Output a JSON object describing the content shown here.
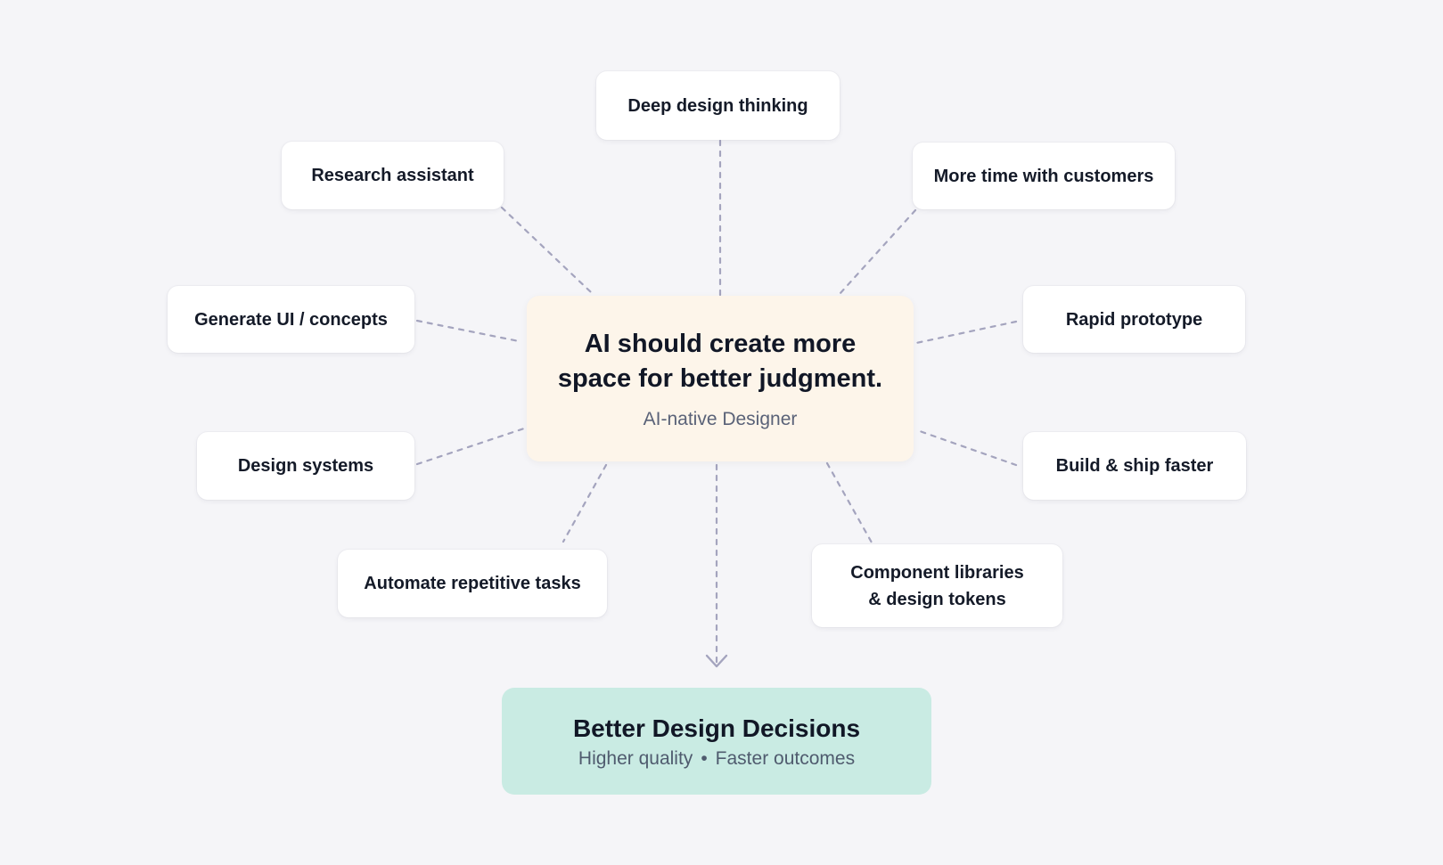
{
  "diagram": {
    "center": {
      "title_line1": "AI should create more",
      "title_line2": "space for better judgment.",
      "subtitle": "AI-native Designer"
    },
    "nodes": {
      "deep_design_thinking": "Deep design thinking",
      "research_assistant": "Research assistant",
      "more_time_with_customers": "More time with customers",
      "generate_ui_concepts": "Generate UI / concepts",
      "rapid_prototype": "Rapid prototype",
      "design_systems": "Design systems",
      "build_ship_faster": "Build & ship faster",
      "automate_repetitive_tasks": "Automate repetitive tasks",
      "component_libraries_line1": "Component libraries",
      "component_libraries_line2": "& design tokens"
    },
    "outcome": {
      "title": "Better Design Decisions",
      "sub_left": "Higher quality",
      "separator": "•",
      "sub_right": "Faster outcomes"
    },
    "colors": {
      "background": "#f5f5f8",
      "center_fill": "#fdf5ea",
      "outcome_fill": "#c9ebe3",
      "connector": "#a4a4be"
    }
  }
}
